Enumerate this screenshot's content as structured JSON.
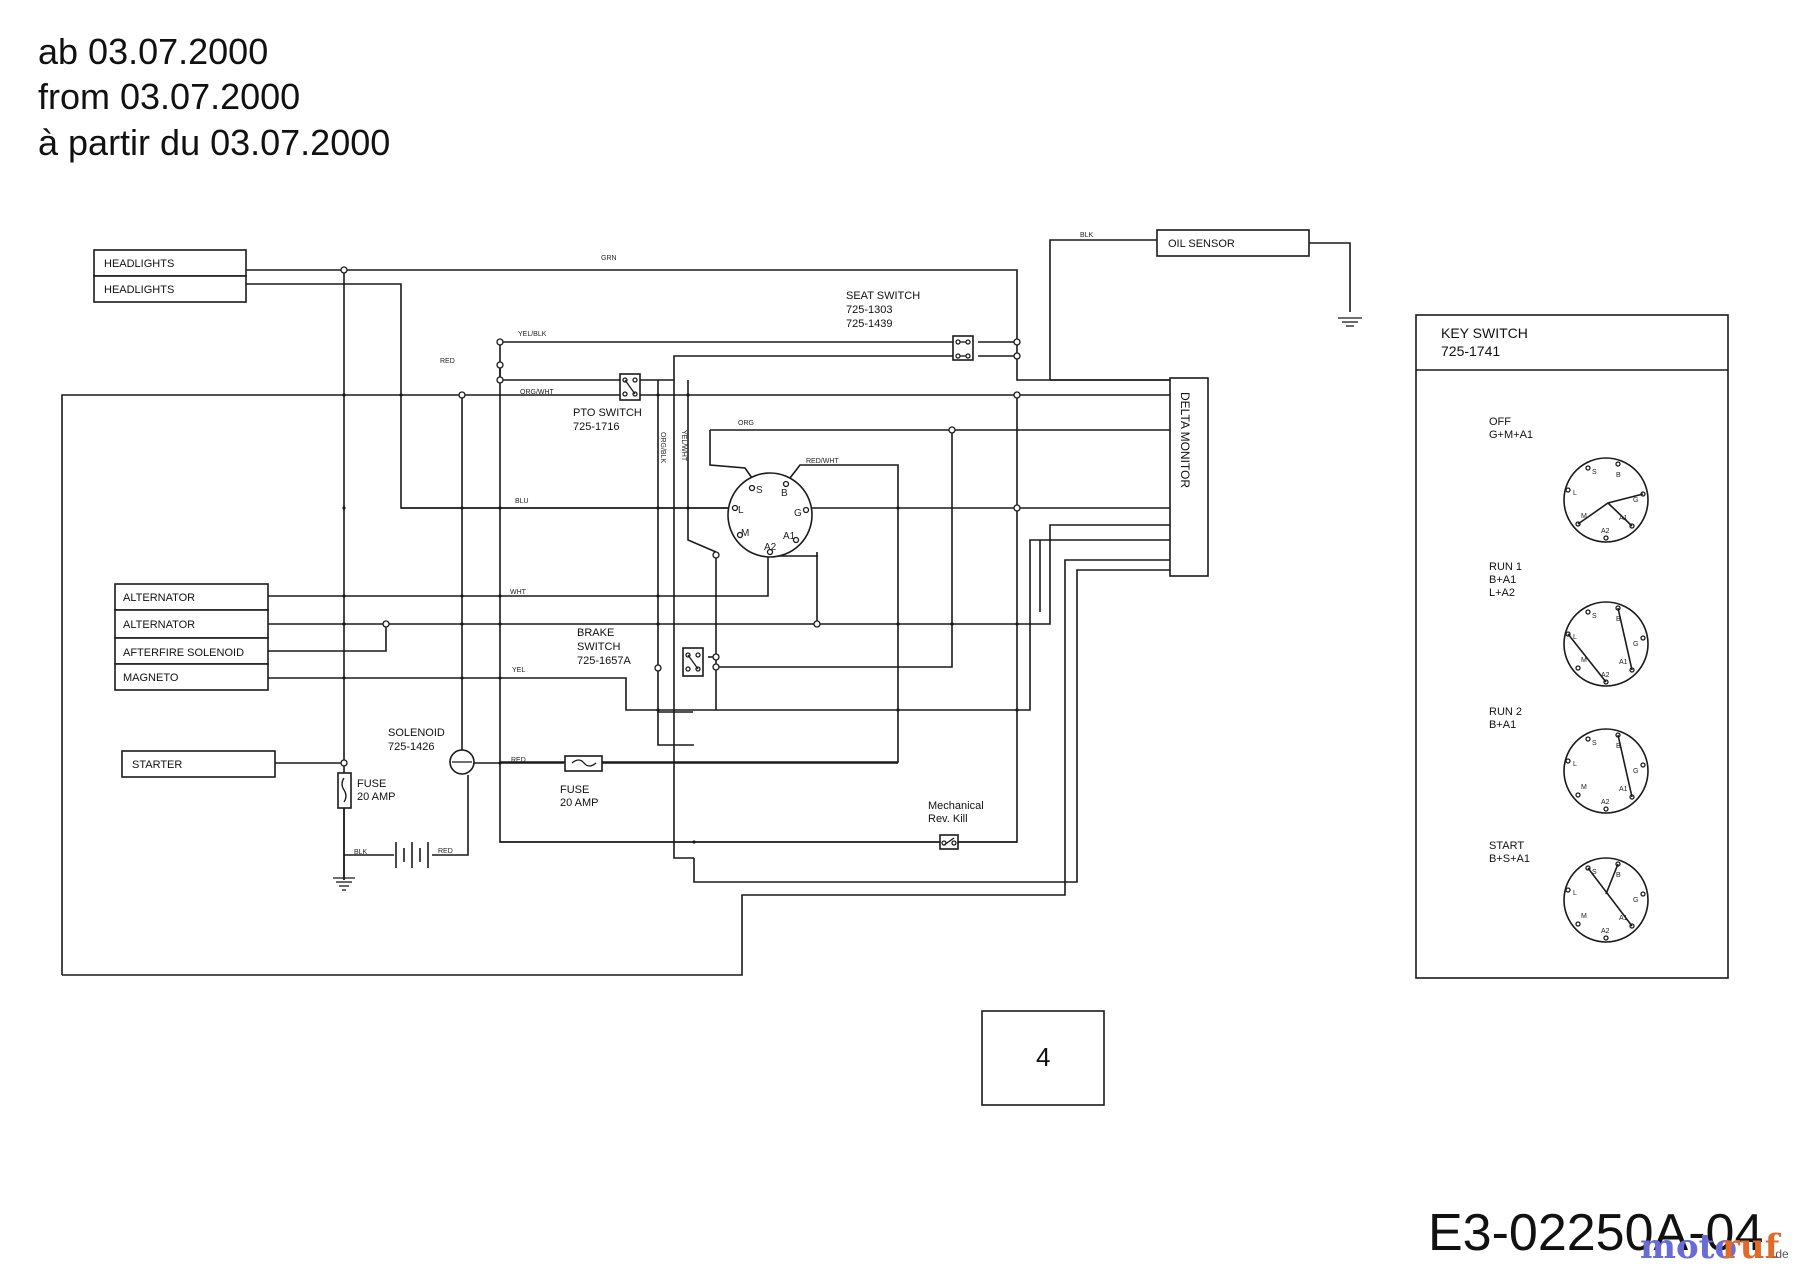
{
  "header": {
    "line_de": "ab 03.07.2000",
    "line_en": "from 03.07.2000",
    "line_fr": "à partir du 03.07.2000"
  },
  "components": {
    "headlights_1": "HEADLIGHTS",
    "headlights_2": "HEADLIGHTS",
    "alternator_1": "ALTERNATOR",
    "alternator_2": "ALTERNATOR",
    "afterfire_solenoid": "AFTERFIRE SOLENOID",
    "magneto": "MAGNETO",
    "starter": "STARTER",
    "oil_sensor": "OIL SENSOR",
    "delta_monitor": "DELTA MONITOR",
    "seat_switch": {
      "name": "SEAT SWITCH",
      "part1": "725-1303",
      "part2": "725-1439"
    },
    "pto_switch": {
      "name": "PTO SWITCH",
      "part": "725-1716"
    },
    "brake_switch": {
      "name1": "BRAKE",
      "name2": "SWITCH",
      "part": "725-1657A"
    },
    "solenoid": {
      "name": "SOLENOID",
      "part": "725-1426"
    },
    "fuse_left": {
      "name": "FUSE",
      "rating": "20 AMP"
    },
    "fuse_mid": {
      "name": "FUSE",
      "rating": "20 AMP"
    },
    "mech_kill": {
      "line1": "Mechanical",
      "line2": "Rev. Kill"
    }
  },
  "wire_colors": {
    "grn": "GRN",
    "red_top": "RED",
    "yel_blk": "YEL/BLK",
    "org_wht": "ORG/WHT",
    "org_blk": "ORG/BLK",
    "yel_wht": "YEL/WHT",
    "org": "ORG",
    "red_wht": "RED/WHT",
    "blu": "BLU",
    "wht": "WHT",
    "yel": "YEL",
    "red_mid": "RED",
    "blk_batt": "BLK",
    "red_batt": "RED",
    "blk_oil": "BLK"
  },
  "ignition_terminals": [
    "S",
    "B",
    "L",
    "G",
    "M",
    "A1",
    "A2"
  ],
  "key_switch": {
    "title": "KEY SWITCH",
    "part": "725-1741",
    "positions": [
      {
        "name": "OFF",
        "lines": [
          "G+M+A1"
        ]
      },
      {
        "name": "RUN 1",
        "lines": [
          "B+A1",
          "L+A2"
        ]
      },
      {
        "name": "RUN 2",
        "lines": [
          "B+A1"
        ]
      },
      {
        "name": "START",
        "lines": [
          "B+S+A1"
        ]
      }
    ]
  },
  "page_number": "4",
  "reference": "E3-02250A-04",
  "watermark": {
    "brand_a": "moto",
    "brand_b": "ruf",
    "tld": ".de"
  }
}
